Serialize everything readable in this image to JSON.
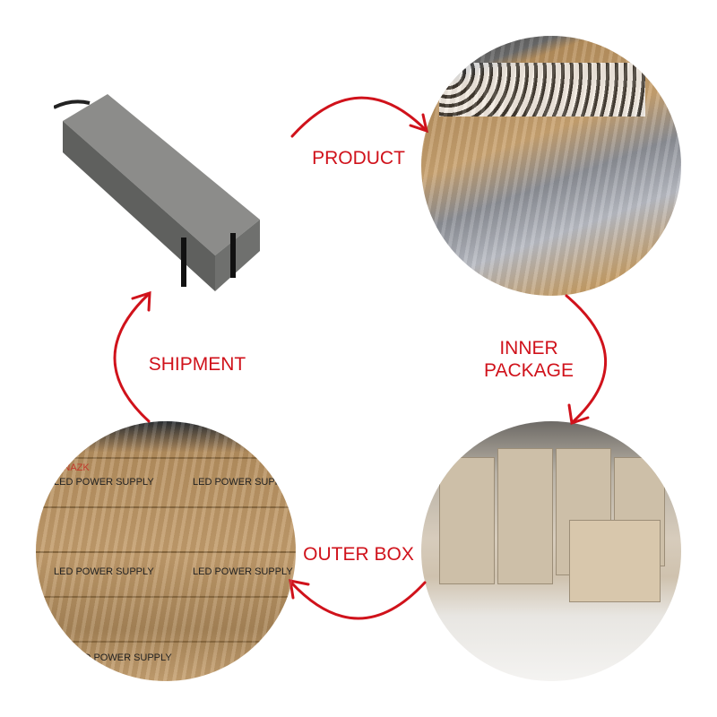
{
  "steps": {
    "product": "PRODUCT",
    "inner_package_line1": "INNER",
    "inner_package_line2": "PACKAGE",
    "outer_box": "OUTER BOX",
    "shipment": "SHIPMENT"
  },
  "outer_box_photo": {
    "box_text": "LED POWER SUPPLY",
    "brand_text": "BINAZK"
  },
  "colors": {
    "accent": "#d0121b"
  }
}
